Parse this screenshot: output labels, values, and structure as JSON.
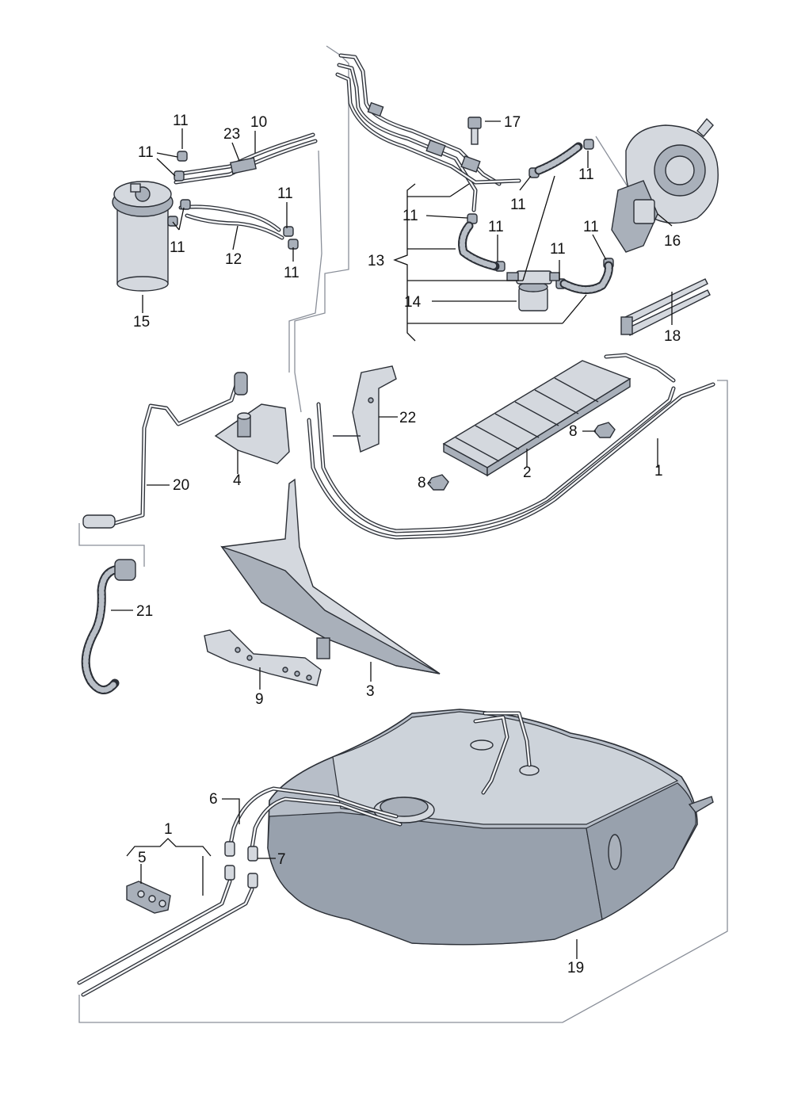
{
  "labels": {
    "part_1_cooler_line": "1",
    "part_1_clip_group": "1",
    "part_2": "2",
    "part_3": "3",
    "part_4": "4",
    "part_5": "5",
    "part_6": "6",
    "part_7": "7",
    "part_8_upper": "8",
    "part_8_lower": "8",
    "part_9": "9",
    "part_10": "10",
    "part_11": "11",
    "part_12": "12",
    "part_13": "13",
    "part_14": "14",
    "part_15": "15",
    "part_16": "16",
    "part_17": "17",
    "part_18": "18",
    "part_19": "19",
    "part_20": "20",
    "part_21": "21",
    "part_22": "22",
    "part_23": "23"
  },
  "colors": {
    "metal": "#d4d8de",
    "tank": "#b7bec8",
    "hose": "#2b2f36",
    "guide_line": "#8a8f99"
  }
}
